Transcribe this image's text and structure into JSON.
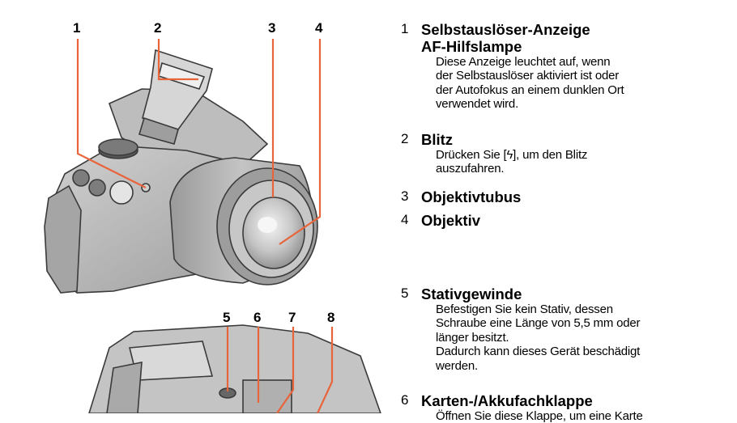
{
  "callouts": [
    "1",
    "2",
    "3",
    "4",
    "5",
    "6",
    "7",
    "8"
  ],
  "entries": [
    {
      "number": "1",
      "title": "Selbstauslöser-Anzeige",
      "subtitle": "AF-Hilfslampe",
      "description": [
        "Diese Anzeige leuchtet auf, wenn",
        "der Selbstauslöser aktiviert ist oder",
        "der Autofokus an einem dunklen Ort",
        "verwendet wird."
      ]
    },
    {
      "number": "2",
      "title": "Blitz",
      "description": [
        "Drücken Sie [ϟ], um den Blitz",
        "auszufahren."
      ]
    },
    {
      "number": "3",
      "title": "Objektivtubus"
    },
    {
      "number": "4",
      "title": "Objektiv"
    },
    {
      "number": "5",
      "title": "Stativgewinde",
      "description": [
        "Befestigen Sie kein Stativ, dessen",
        "Schraube eine Länge von 5,5 mm oder",
        "länger besitzt.",
        "Dadurch kann dieses Gerät beschädigt",
        "werden."
      ]
    },
    {
      "number": "6",
      "title": "Karten-/Akkufachklappe",
      "description": [
        "Öffnen Sie diese Klappe, um eine Karte"
      ]
    }
  ],
  "colors": {
    "leader_line": "#e8643a",
    "camera_body": "#b9b9b9",
    "camera_shadow": "#8d8d8d",
    "camera_outline": "#3a3a3a"
  }
}
